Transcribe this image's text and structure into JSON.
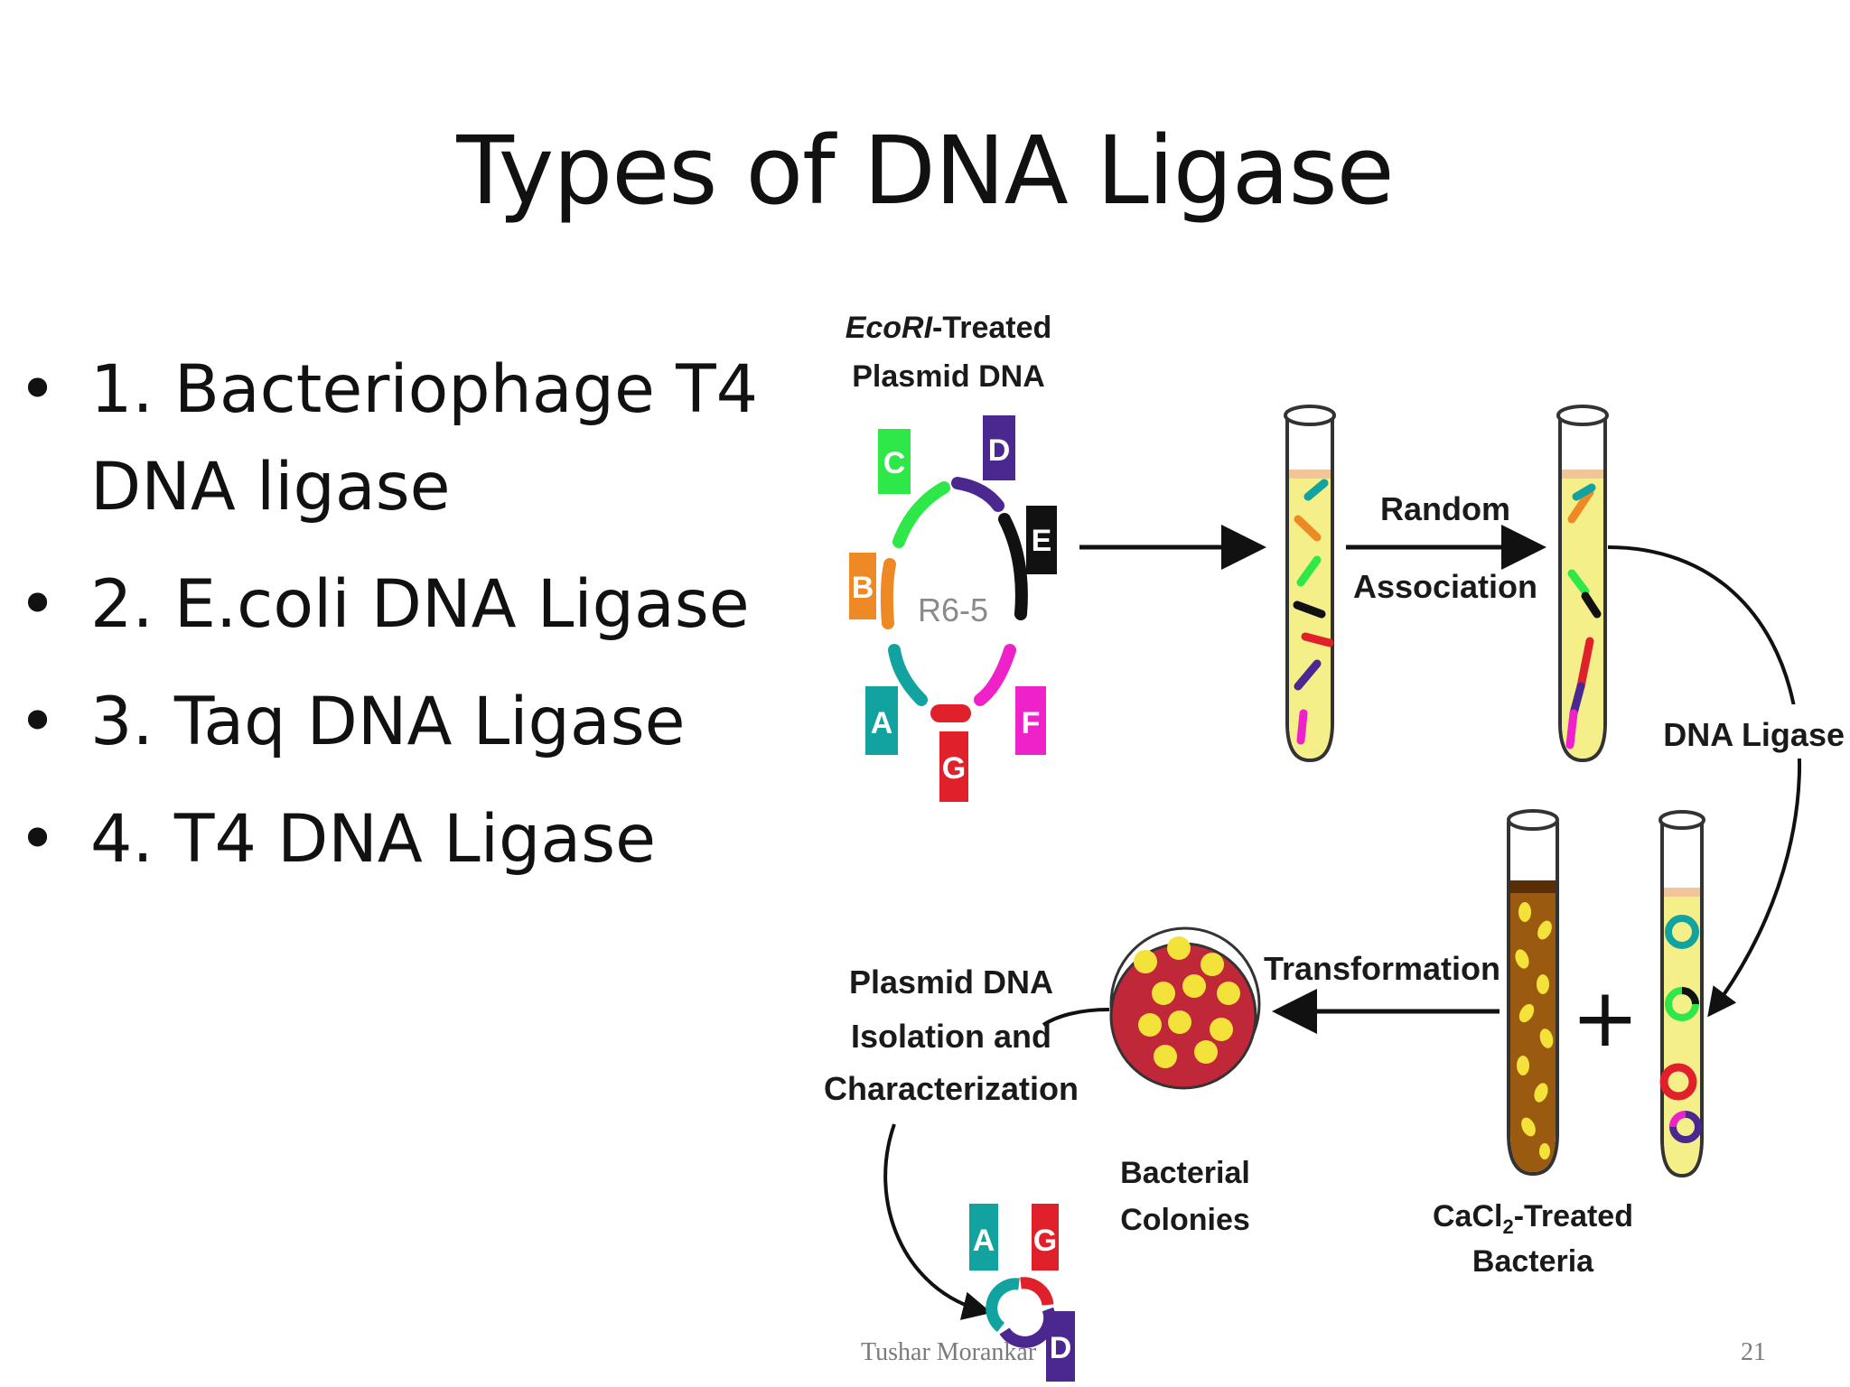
{
  "slide": {
    "title": "Types of DNA Ligase",
    "bullet_symbol": "•",
    "bullets": [
      "1. Bacteriophage T4 DNA ligase",
      "2. E.coli DNA Ligase",
      "3. Taq DNA Ligase",
      "4. T4 DNA Ligase"
    ]
  },
  "diagram": {
    "plasmid_label_italic": "EcoRI",
    "plasmid_label_rest": "-Treated",
    "plasmid_label_line2": "Plasmid DNA",
    "plasmid_name": "R6-5",
    "fragments": [
      {
        "letter": "A",
        "color": "#12a3a0"
      },
      {
        "letter": "B",
        "color": "#ee8a26"
      },
      {
        "letter": "C",
        "color": "#2ee84a"
      },
      {
        "letter": "D",
        "color": "#4a2890"
      },
      {
        "letter": "E",
        "color": "#111111"
      },
      {
        "letter": "F",
        "color": "#ee22c8"
      },
      {
        "letter": "G",
        "color": "#e0202a"
      }
    ],
    "random_label": "Random",
    "association_label": "Association",
    "ligase_label": "DNA Ligase",
    "transformation_label": "Transformation",
    "plus_sign": "+",
    "cacl_prefix": "CaCl",
    "cacl_sub": "2",
    "cacl_suffix": "-Treated",
    "bacteria_label": "Bacteria",
    "colonies_line1": "Bacterial",
    "colonies_line2": "Colonies",
    "isolation_line1": "Plasmid DNA",
    "isolation_line2": "Isolation and",
    "isolation_line3": "Characterization",
    "result_letters": [
      "A",
      "G",
      "D"
    ],
    "footer_author": "Tushar Morankar",
    "page_number": "21",
    "tube_fill_color": "#f5ef8a",
    "bacteria_tube_color": "#9a5a10",
    "plate_color": "#c0283a",
    "colony_color": "#f3e23a"
  }
}
